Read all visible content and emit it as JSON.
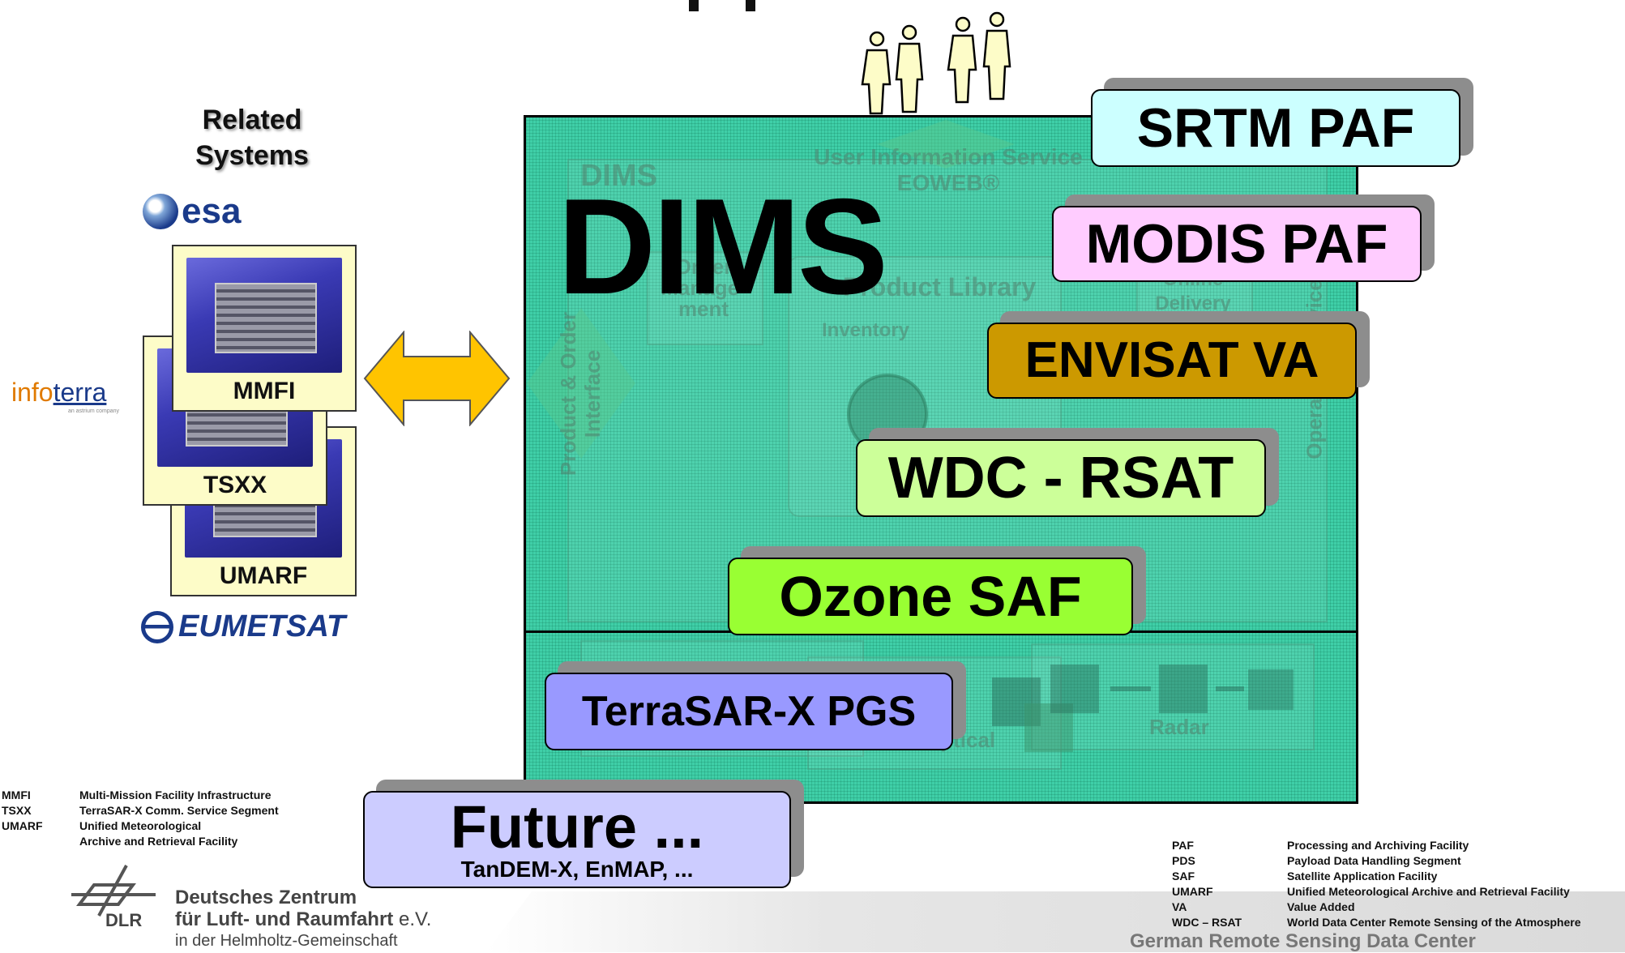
{
  "related": {
    "title_line1": "Related",
    "title_line2": "Systems"
  },
  "logos": {
    "esa": "esa",
    "infoterra_info": "info",
    "infoterra_terra": "terra",
    "infoterra_sub": "an astrium company",
    "eumetsat": "EUMETSAT"
  },
  "servers": [
    {
      "label": "MMFI"
    },
    {
      "label": "TSXX"
    },
    {
      "label": "UMARF"
    }
  ],
  "arrow_color": "#ffc400",
  "dims": {
    "title": "DIMS",
    "bg_label": "DIMS",
    "bg_user_info_1": "User Information Service",
    "bg_user_info_2": "EOWEB®",
    "bg_product_order_1": "Product & Order",
    "bg_product_order_2": "Interface",
    "bg_ordermgmt_1": "Order",
    "bg_ordermgmt_2": "Manage-",
    "bg_ordermgmt_3": "ment",
    "bg_product_library": "Product Library",
    "bg_inventory": "Inventory",
    "bg_online_1": "Online",
    "bg_online_2": "Delivery",
    "bg_operating": "Operating Service",
    "bg_optical": "Optical",
    "bg_radar": "Radar"
  },
  "services": [
    {
      "key": "srtm",
      "label": "SRTM PAF",
      "sublabel": "",
      "color": "#ccffff"
    },
    {
      "key": "modis",
      "label": "MODIS PAF",
      "sublabel": "",
      "color": "#ffccff"
    },
    {
      "key": "envisat",
      "label": "ENVISAT VA",
      "sublabel": "",
      "color": "#cc9900"
    },
    {
      "key": "wdc",
      "label": "WDC - RSAT",
      "sublabel": "",
      "color": "#ccff99"
    },
    {
      "key": "ozone",
      "label": "Ozone SAF",
      "sublabel": "",
      "color": "#99ff33"
    },
    {
      "key": "tsx",
      "label": "TerraSAR-X PGS",
      "sublabel": "",
      "color": "#9999ff"
    },
    {
      "key": "future",
      "label": "Future ...",
      "sublabel": "TanDEM-X, EnMAP, ...",
      "color": "#ccccff"
    }
  ],
  "left_glossary": [
    {
      "abbr": "MMFI",
      "text": "Multi-Mission Facility Infrastructure"
    },
    {
      "abbr": "TSXX",
      "text": "TerraSAR-X Comm. Service Segment"
    },
    {
      "abbr": "UMARF",
      "text": "Unified Meteorological"
    },
    {
      "abbr": "",
      "text": "Archive and Retrieval Facility"
    }
  ],
  "right_glossary": [
    {
      "abbr": "PAF",
      "text": "Processing and Archiving Facility"
    },
    {
      "abbr": "PDS",
      "text": "Payload Data Handling Segment"
    },
    {
      "abbr": "SAF",
      "text": "Satellite Application Facility"
    },
    {
      "abbr": "UMARF",
      "text": "Unified Meteorological Archive and Retrieval Facility"
    },
    {
      "abbr": "VA",
      "text": "Value Added"
    },
    {
      "abbr": "WDC – RSAT",
      "text": "World Data Center Remote Sensing of the Atmosphere"
    }
  ],
  "dlr": {
    "abbr": "DLR",
    "line1": "Deutsches Zentrum",
    "line2": "für Luft- und Raumfahrt",
    "ev": "e.V.",
    "line3": "in der Helmholtz-Gemeinschaft"
  },
  "footer": {
    "center_name": "German Remote Sensing Data Center"
  }
}
